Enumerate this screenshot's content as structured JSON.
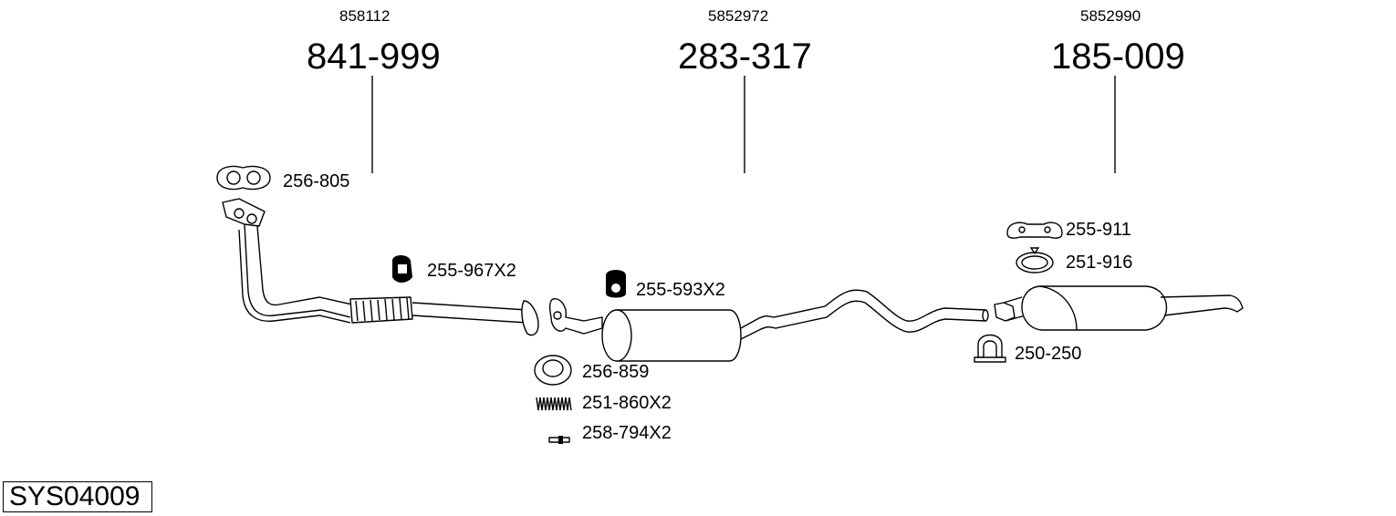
{
  "diagram": {
    "system_code": "SYS04009",
    "parts": [
      {
        "oe": "858112",
        "number": "841-999"
      },
      {
        "oe": "5852972",
        "number": "283-317"
      },
      {
        "oe": "5852990",
        "number": "185-009"
      }
    ],
    "accessories": [
      "256-805",
      "255-967X2",
      "255-593X2",
      "256-859",
      "251-860X2",
      "258-794X2",
      "255-911",
      "251-916",
      "250-250"
    ]
  }
}
